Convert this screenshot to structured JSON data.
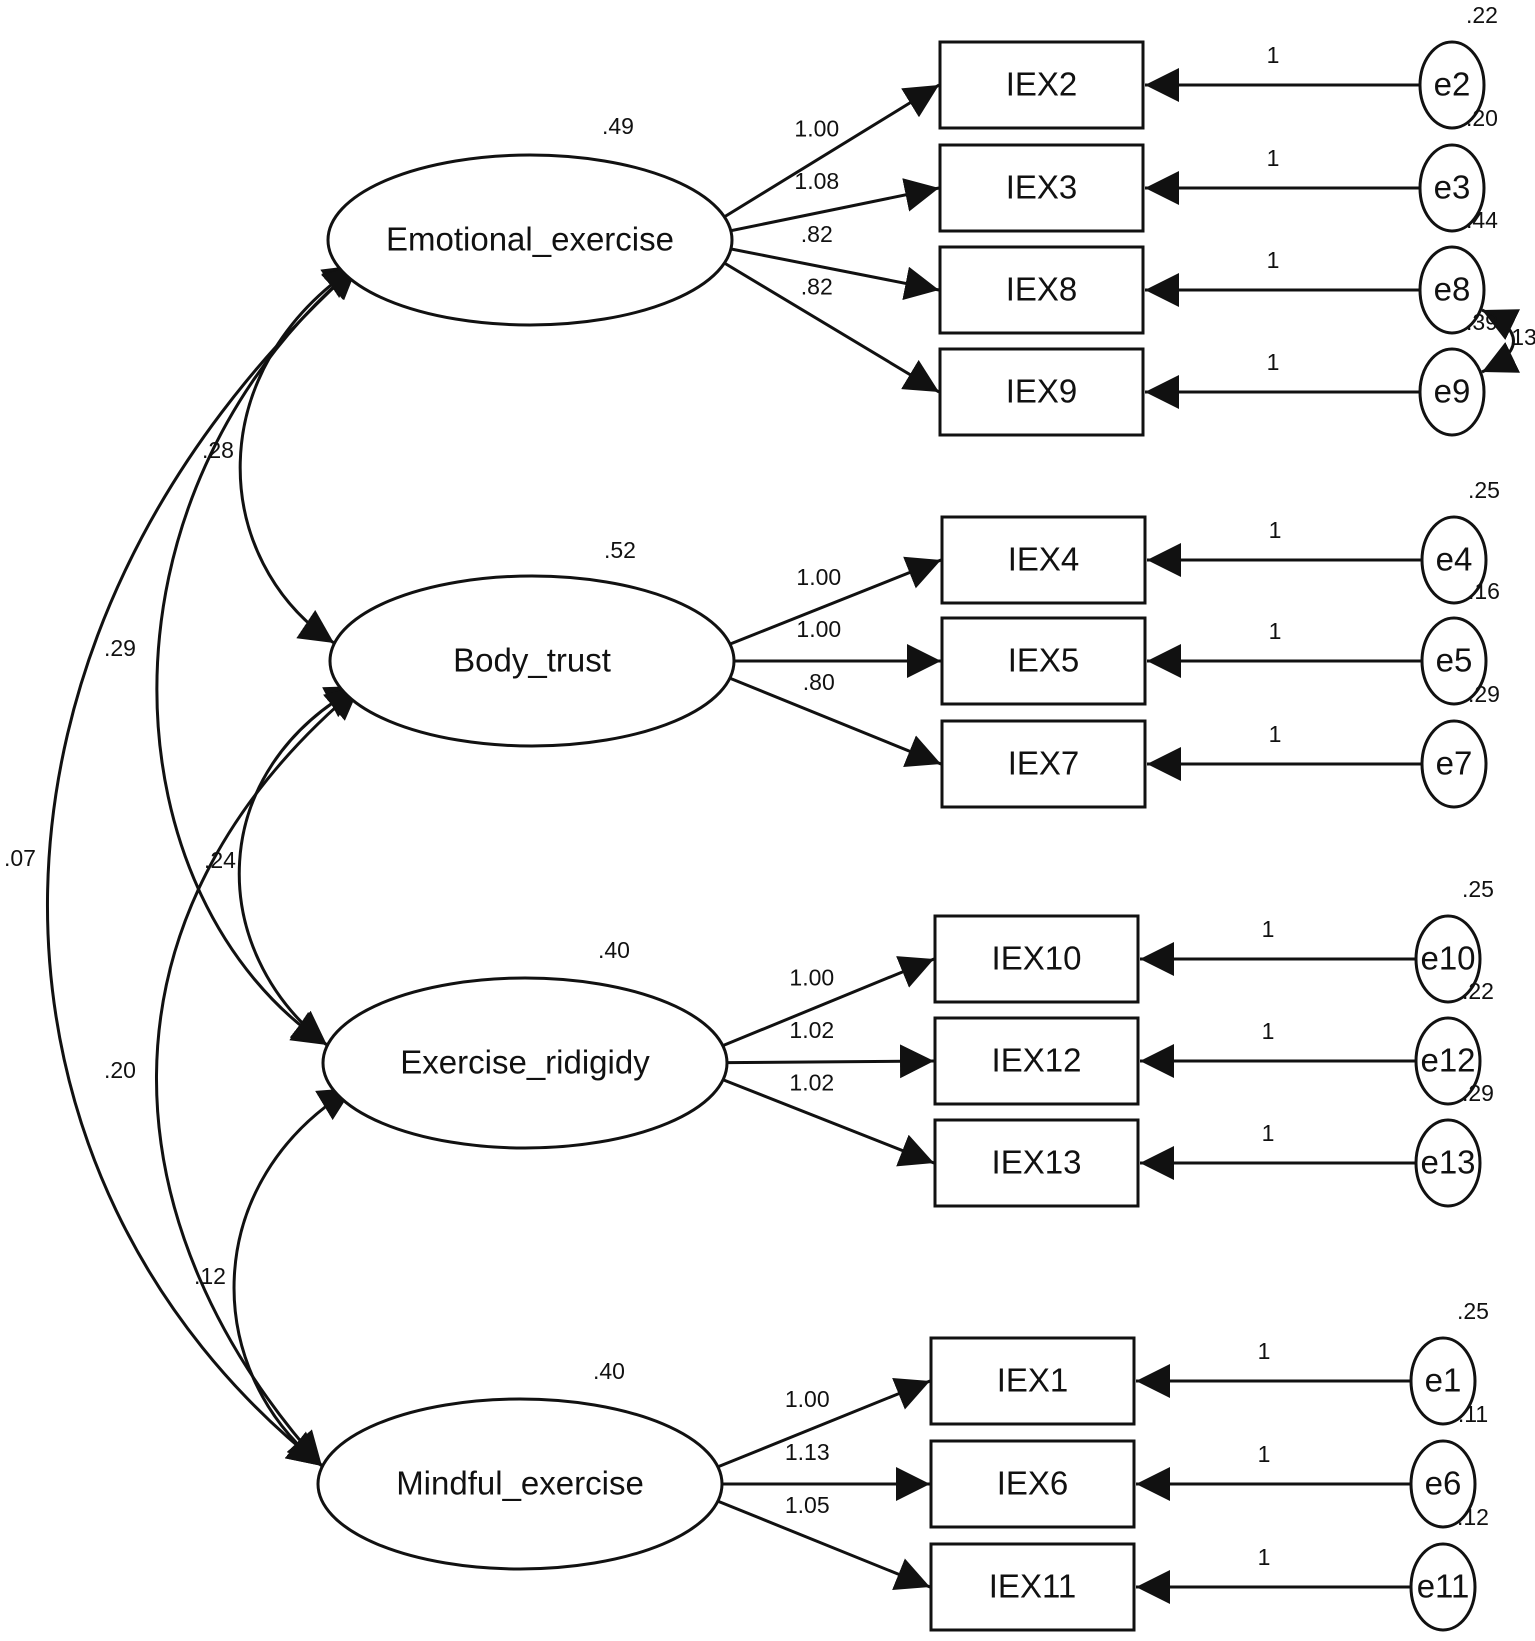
{
  "latents": [
    {
      "id": "emo",
      "label": "Emotional_exercise",
      "variance": ".49"
    },
    {
      "id": "body",
      "label": "Body_trust",
      "variance": ".52"
    },
    {
      "id": "rig",
      "label": "Exercise_ridigidy",
      "variance": ".40"
    },
    {
      "id": "mind",
      "label": "Mindful_exercise",
      "variance": ".40"
    }
  ],
  "indicators": [
    {
      "label": "IEX2",
      "latent": "emo",
      "loading": "1.00",
      "error": "e2",
      "error_variance": ".22",
      "error_path": "1"
    },
    {
      "label": "IEX3",
      "latent": "emo",
      "loading": "1.08",
      "error": "e3",
      "error_variance": ".20",
      "error_path": "1"
    },
    {
      "label": "IEX8",
      "latent": "emo",
      "loading": ".82",
      "error": "e8",
      "error_variance": ".44",
      "error_path": "1"
    },
    {
      "label": "IEX9",
      "latent": "emo",
      "loading": ".82",
      "error": "e9",
      "error_variance": ".39",
      "error_path": "1"
    },
    {
      "label": "IEX4",
      "latent": "body",
      "loading": "1.00",
      "error": "e4",
      "error_variance": ".25",
      "error_path": "1"
    },
    {
      "label": "IEX5",
      "latent": "body",
      "loading": "1.00",
      "error": "e5",
      "error_variance": ".16",
      "error_path": "1"
    },
    {
      "label": "IEX7",
      "latent": "body",
      "loading": ".80",
      "error": "e7",
      "error_variance": ".29",
      "error_path": "1"
    },
    {
      "label": "IEX10",
      "latent": "rig",
      "loading": "1.00",
      "error": "e10",
      "error_variance": ".25",
      "error_path": "1"
    },
    {
      "label": "IEX12",
      "latent": "rig",
      "loading": "1.02",
      "error": "e12",
      "error_variance": ".22",
      "error_path": "1"
    },
    {
      "label": "IEX13",
      "latent": "rig",
      "loading": "1.02",
      "error": "e13",
      "error_variance": ".29",
      "error_path": "1"
    },
    {
      "label": "IEX1",
      "latent": "mind",
      "loading": "1.00",
      "error": "e1",
      "error_variance": ".25",
      "error_path": "1"
    },
    {
      "label": "IEX6",
      "latent": "mind",
      "loading": "1.13",
      "error": "e6",
      "error_variance": ".11",
      "error_path": "1"
    },
    {
      "label": "IEX11",
      "latent": "mind",
      "loading": "1.05",
      "error": "e11",
      "error_variance": ".12",
      "error_path": "1"
    }
  ],
  "covariances": [
    {
      "from": "emo",
      "to": "body",
      "value": ".28"
    },
    {
      "from": "emo",
      "to": "rig",
      "value": ".29"
    },
    {
      "from": "emo",
      "to": "mind",
      "value": ".07"
    },
    {
      "from": "body",
      "to": "rig",
      "value": ".24"
    },
    {
      "from": "body",
      "to": "mind",
      "value": ".20"
    },
    {
      "from": "rig",
      "to": "mind",
      "value": ".12"
    }
  ],
  "error_covariances": [
    {
      "from": "e8",
      "to": "e9",
      "value": "13"
    }
  ]
}
